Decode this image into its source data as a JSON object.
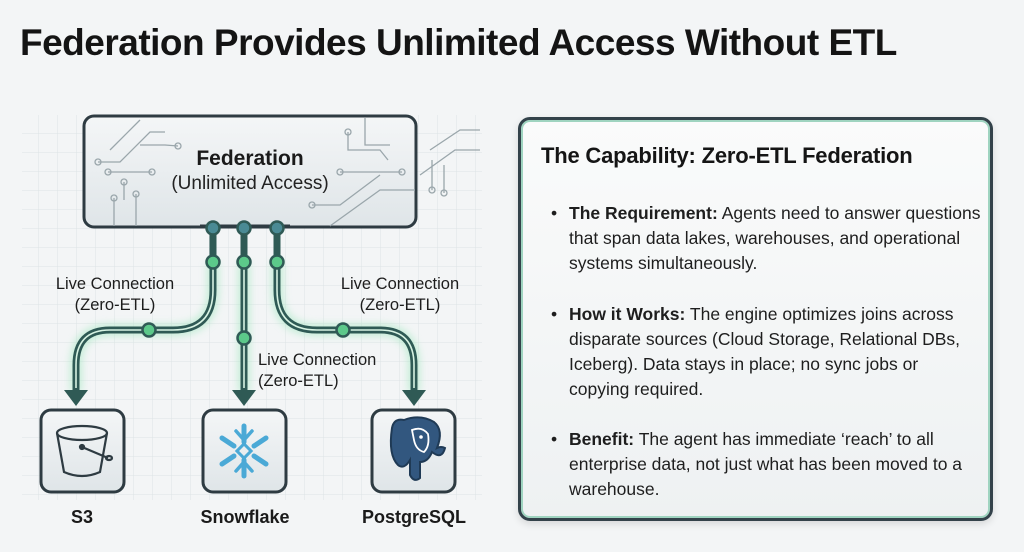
{
  "title": "Federation Provides Unlimited Access Without ETL",
  "diagram": {
    "hub": {
      "title": "Federation",
      "subtitle": "(Unlimited Access)"
    },
    "connection_label": {
      "line1": "Live Connection",
      "line2": "(Zero-ETL)"
    },
    "sources": [
      {
        "name": "S3",
        "icon": "bucket-icon"
      },
      {
        "name": "Snowflake",
        "icon": "snowflake-icon"
      },
      {
        "name": "PostgreSQL",
        "icon": "elephant-icon"
      }
    ],
    "colors": {
      "line": "#2f5a55",
      "node_top": "#4a8a94",
      "node_green": "#5cc98a",
      "glow": "#9ee7bd",
      "snowflake": "#4aa9d6",
      "elephant": "#32577f"
    }
  },
  "panel": {
    "heading": "The Capability: Zero-ETL Federation",
    "bullets": [
      {
        "label": "The Requirement:",
        "text": "Agents need to answer questions that span data lakes, warehouses, and operational systems simultaneously."
      },
      {
        "label": "How it Works:",
        "text": "The engine optimizes joins across disparate sources (Cloud Storage, Relational DBs, Iceberg). Data stays in place; no sync jobs or copying required."
      },
      {
        "label": "Benefit:",
        "text": "The agent has immediate ‘reach’ to all enterprise data, not just what has been moved to a warehouse."
      }
    ]
  }
}
